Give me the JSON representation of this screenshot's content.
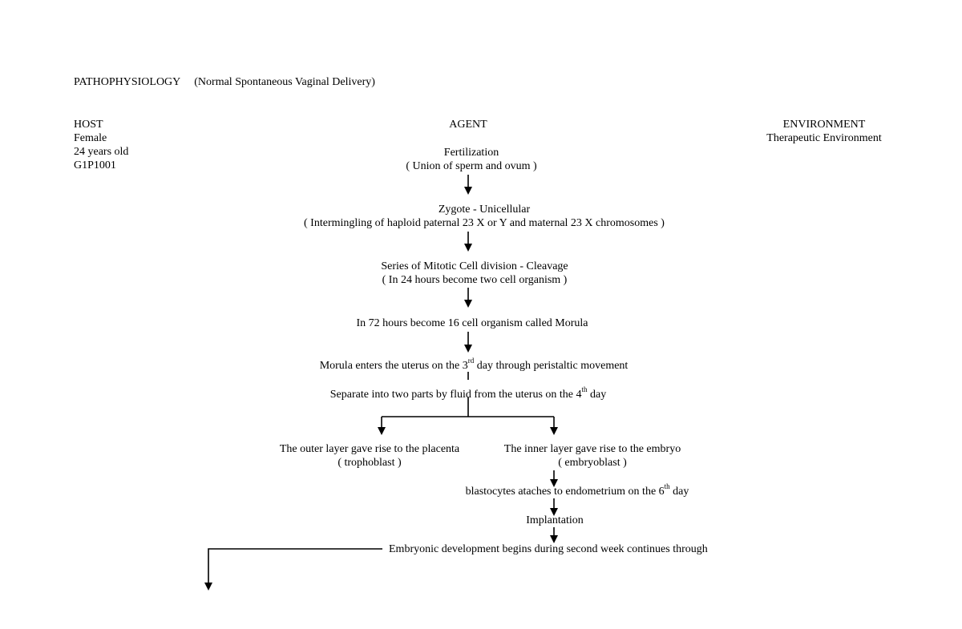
{
  "heading": {
    "title": "PATHOPHYSIOLOGY",
    "subtitle": "(Normal Spontaneous Vaginal Delivery)"
  },
  "host": {
    "label": "HOST",
    "lines": [
      "Female",
      "24 years old",
      "G1P1001"
    ]
  },
  "agent": {
    "label": "AGENT"
  },
  "environment": {
    "label": "ENVIRONMENT",
    "lines": [
      "Therapeutic Environment"
    ]
  },
  "flow": {
    "fertilization": {
      "title": "Fertilization",
      "detail": "( Union of sperm and ovum )"
    },
    "zygote": {
      "title": "Zygote - Unicellular",
      "detail": "( Intermingling of haploid paternal 23 X or Y and maternal 23 X chromosomes )"
    },
    "cleavage": {
      "title": "Series of  Mitotic Cell division - Cleavage",
      "detail": "( In 24 hours become two cell organism )"
    },
    "morula": "In 72 hours become 16 cell organism called Morula",
    "uterus": {
      "before": "Morula enters the uterus on the 3",
      "sup": "rd",
      "after": " day through peristaltic movement"
    },
    "separate": {
      "before": "Separate into two parts by fluid from the uterus on the 4",
      "sup": "th",
      "after": " day"
    },
    "outer_layer": {
      "title": "The outer layer gave rise to the placenta",
      "detail": "( trophoblast )"
    },
    "inner_layer": {
      "title": "The inner layer gave rise to the embryo",
      "detail": "( embryoblast )"
    },
    "blastocytes": {
      "before": "blastocytes ataches to endometrium on the 6",
      "sup": "th",
      "after": " day"
    },
    "implantation": "Implantation",
    "embryonic": "Embryonic development begins during second week continues through"
  }
}
